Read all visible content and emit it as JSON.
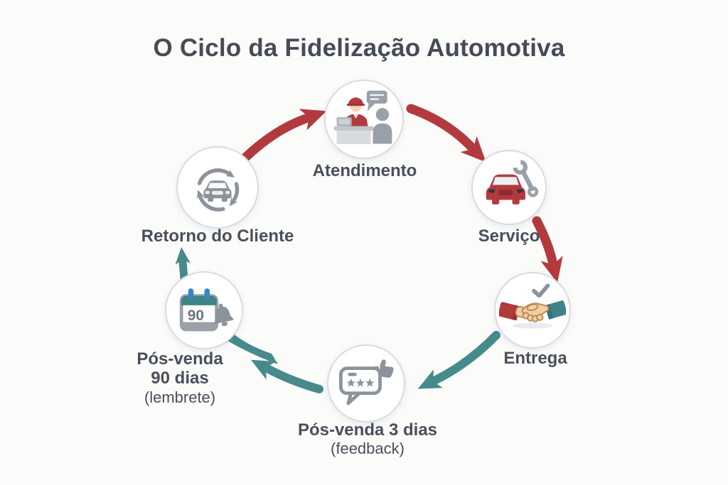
{
  "title": "O Ciclo da Fidelização Automotiva",
  "colors": {
    "red_accent": "#b23a3e",
    "teal_accent": "#3e8486",
    "text": "#49505a",
    "circle_border": "#d9dbde",
    "icon_gray": "#8d939b",
    "background": "#fbfbfa"
  },
  "nodes": [
    {
      "id": "atendimento",
      "label": "Atendimento",
      "icon": "service-advisor-desk-icon"
    },
    {
      "id": "servico",
      "label": "Serviço",
      "icon": "car-wrench-icon"
    },
    {
      "id": "entrega",
      "label": "Entrega",
      "icon": "handshake-check-icon"
    },
    {
      "id": "pos_venda_3_dias",
      "label": "Pós-venda 3 dias",
      "sublabel": "(feedback)",
      "icon": "review-bubble-thumbs-up-icon"
    },
    {
      "id": "pos_venda_90_dias",
      "label_line1": "Pós-venda",
      "label_line2": "90 dias",
      "sublabel": "(lembrete)",
      "icon": "calendar-bell-icon",
      "icon_text": "90"
    },
    {
      "id": "retorno_do_cliente",
      "label": "Retorno do Cliente",
      "icon": "car-cycle-arrows-icon"
    }
  ],
  "flow": [
    {
      "from": "Retorno do Cliente",
      "to": "Atendimento",
      "color": "red"
    },
    {
      "from": "Atendimento",
      "to": "Serviço",
      "color": "red"
    },
    {
      "from": "Serviço",
      "to": "Entrega",
      "color": "red"
    },
    {
      "from": "Entrega",
      "to": "Pós-venda 3 dias",
      "color": "teal"
    },
    {
      "from": "Pós-venda 3 dias",
      "to": "Pós-venda 90 dias",
      "color": "teal"
    },
    {
      "from": "Pós-venda 90 dias",
      "to": "Retorno do Cliente",
      "color": "teal"
    }
  ]
}
